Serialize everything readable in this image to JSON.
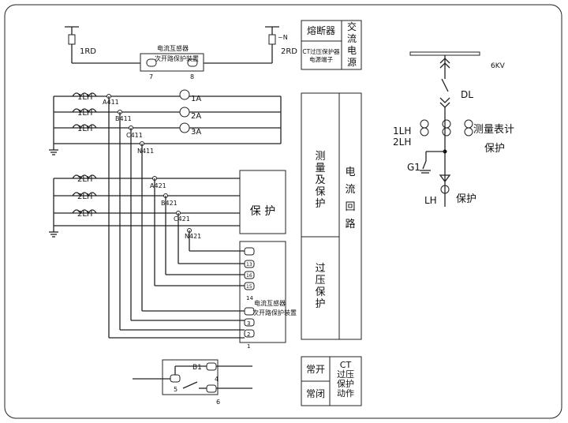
{
  "left_top": {
    "fuse1": "1RD",
    "fuse2": "2RD",
    "fuse2_mark": "~N",
    "device_line1": "电流互感器",
    "device_line2": "次开路保护装置",
    "term7": "7",
    "term8": "8"
  },
  "fuse_box": {
    "fuse_label": "熔断器",
    "ac_label": "交流电源",
    "ct_line1": "CT过压保护器",
    "ct_line2": "电源端子"
  },
  "measure_circuit": {
    "ct_labels": [
      "1LH",
      "1LH",
      "1LH"
    ],
    "nodes": [
      "A411",
      "B411",
      "C411",
      "N411"
    ],
    "meters": [
      "1A",
      "2A",
      "3A"
    ]
  },
  "protect_circuit": {
    "ct_labels": [
      "2LH",
      "2LH",
      "2LH"
    ],
    "nodes": [
      "A421",
      "B421",
      "C421",
      "N421"
    ],
    "box_label": "保 护"
  },
  "device": {
    "terminals": [
      "13",
      "16",
      "15",
      "14",
      "3",
      "2",
      "1"
    ],
    "line1": "电流互感器",
    "line2": "次开路保护装置"
  },
  "relay": {
    "label": "B1",
    "terminals": [
      "4",
      "5",
      "6"
    ]
  },
  "legend": {
    "measure_protect": "测量及保护",
    "current_loop": "电流回路",
    "overvoltage": "过压保护",
    "normally_open": "常开",
    "normally_closed": "常闭",
    "ct_action": "CT过压保护动作"
  },
  "single_line": {
    "voltage": "6KV",
    "breaker": "DL",
    "ct1": "1LH",
    "ct2": "2LH",
    "measure_text": "测量表计",
    "protect_text": "保护",
    "ground": "G1",
    "lh": "LH",
    "lh_protect": "保护"
  }
}
